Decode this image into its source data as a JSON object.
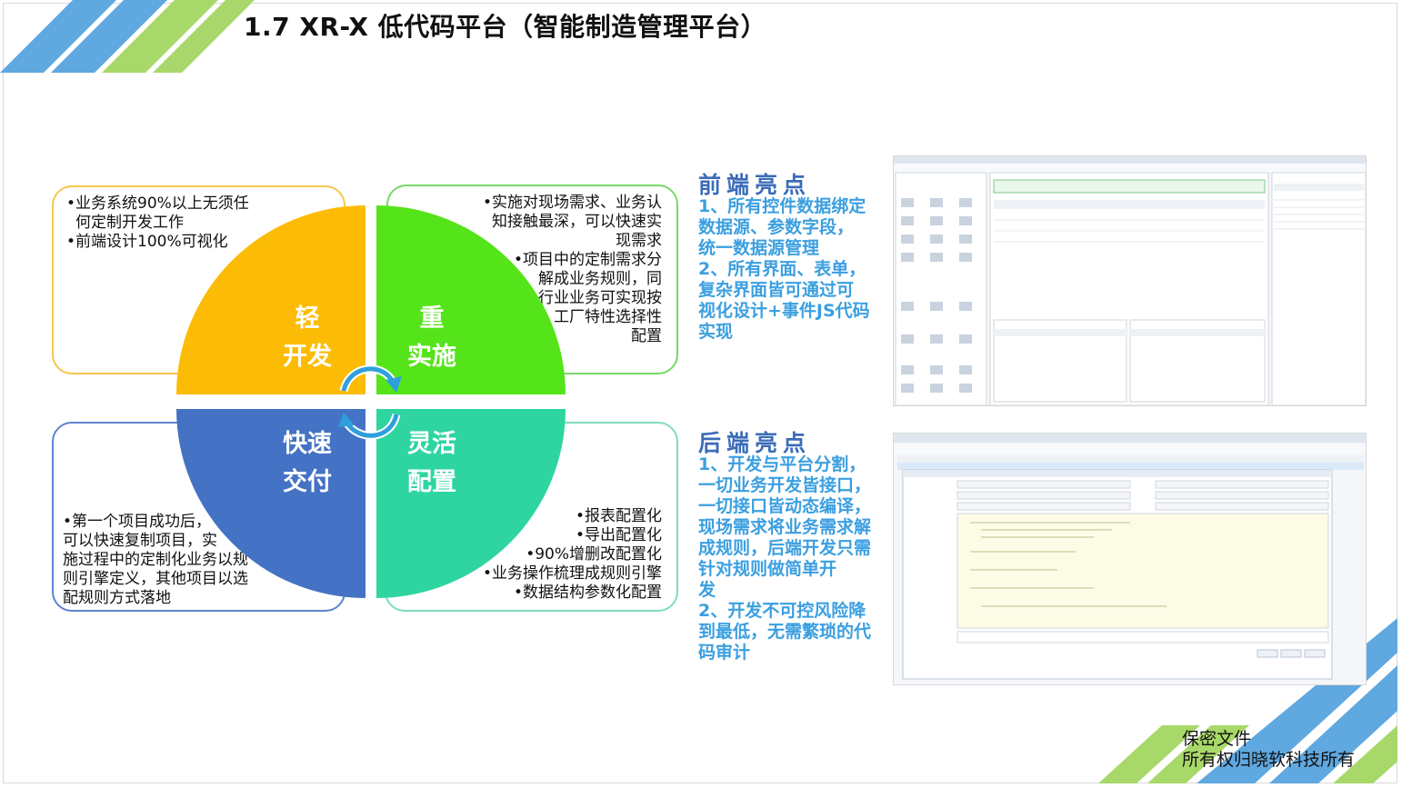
{
  "header": {
    "title": "1.7 XR-X 低代码平台（智能制造管理平台）"
  },
  "quadrants": {
    "top_left": {
      "label_line1": "轻",
      "label_line2": "开发",
      "color": "#fcbc05",
      "bullets": [
        "•业务系统90%以上无须任",
        "何定制开发工作",
        "•前端设计100%可视化"
      ]
    },
    "top_right": {
      "label_line1": "重",
      "label_line2": "实施",
      "color": "#55e41a",
      "bullets": [
        "•实施对现场需求、业务认",
        "知接触最深，可以快速实",
        "现需求",
        "•项目中的定制需求分",
        "解成业务规则，同",
        "行业业务可实现按",
        "工厂特性选择性",
        "配置"
      ]
    },
    "bottom_left": {
      "label_line1": "快速",
      "label_line2": "交付",
      "color": "#4472c4",
      "bullets": [
        "•第一个项目成功后，",
        "可以快速复制项目，实",
        "施过程中的定制化业务以规",
        "则引擎定义，其他项目以选",
        "配规则方式落地"
      ]
    },
    "bottom_right": {
      "label_line1": "灵活",
      "label_line2": "配置",
      "color": "#2ed5a0",
      "bullets": [
        "•报表配置化",
        "•导出配置化",
        "•90%增删改配置化",
        "•业务操作梳理成规则引擎",
        "•数据结构参数化配置"
      ]
    }
  },
  "frontend": {
    "title": "前端亮点",
    "lines": [
      "1、所有控件数据绑定",
      "数据源、参数字段，",
      "统一数据源管理",
      "2、所有界面、表单，",
      "复杂界面皆可通过可",
      "视化设计+事件JS代码",
      "实现"
    ]
  },
  "backend": {
    "title": "后端亮点",
    "lines": [
      "1、开发与平台分割，",
      "一切业务开发皆接口，",
      "一切接口皆动态编译，",
      "现场需求将业务需求解",
      "成规则，后端开发只需",
      "针对规则做简单开",
      "发",
      "2、开发不可控风险降",
      "到最低，无需繁琐的代",
      "码审计"
    ]
  },
  "confidential": {
    "line1": "保密文件",
    "line2": "所有权归晓软科技所有"
  },
  "colors": {
    "stripe_blue": "#5fa8e0",
    "stripe_green": "#a8d86a",
    "highlight_title": "#3b6cb8",
    "highlight_text": "#3b9fe0"
  }
}
